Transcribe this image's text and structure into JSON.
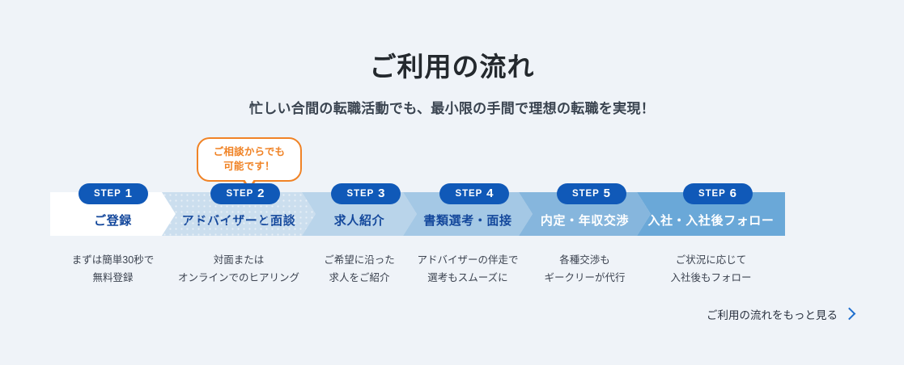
{
  "page": {
    "background_color": "#eff3f8",
    "title": "ご利用の流れ",
    "subtitle": "忙しい合間の転職活動でも、最小限の手間で理想の転職を実現！"
  },
  "callout": {
    "line1": "ご相談からでも",
    "line2": "可能です！",
    "border_color": "#f08326",
    "text_color": "#f08326",
    "background_color": "#ffffff",
    "attached_to_step": 2
  },
  "steps": [
    {
      "badge_word": "STEP",
      "badge_number": "1",
      "label": "ご登録",
      "caption_line1": "まずは簡単30秒で",
      "caption_line2": "無料登録",
      "band_color": "#ffffff",
      "label_color": "#14489c",
      "dots": false,
      "width": 155
    },
    {
      "badge_word": "STEP",
      "badge_number": "2",
      "label": "アドバイザーと面談",
      "caption_line1": "対面または",
      "caption_line2": "オンラインでのヒアリング",
      "band_color": "#cbdeee",
      "label_color": "#14489c",
      "dots": true,
      "width": 190
    },
    {
      "badge_word": "STEP",
      "badge_number": "3",
      "label": "求人紹介",
      "caption_line1": "ご希望に沿った",
      "caption_line2": "求人をご紹介",
      "band_color": "#b9d4ea",
      "label_color": "#14489c",
      "dots": false,
      "width": 142
    },
    {
      "badge_word": "STEP",
      "badge_number": "4",
      "label": "書類選考・面接",
      "caption_line1": "アドバイザーの伴走で",
      "caption_line2": "選考もスムーズに",
      "band_color": "#a4c8e5",
      "label_color": "#14489c",
      "dots": false,
      "width": 160
    },
    {
      "badge_word": "STEP",
      "badge_number": "5",
      "label": "内定・年収交渉",
      "caption_line1": "各種交渉も",
      "caption_line2": "ギークリーが代行",
      "band_color": "#86b6dd",
      "label_color": "#ffffff",
      "dots": false,
      "width": 163
    },
    {
      "badge_word": "STEP",
      "badge_number": "6",
      "label": "入社・入社後フォロー",
      "caption_line1": "ご状況に応じて",
      "caption_line2": "入社後もフォロー",
      "band_color": "#6aa8d8",
      "label_color": "#ffffff",
      "dots": false,
      "width": 183
    }
  ],
  "more_link": {
    "label": "ご利用の流れをもっと見る",
    "icon": "chevron-right-icon",
    "icon_color": "#1f6fce"
  }
}
